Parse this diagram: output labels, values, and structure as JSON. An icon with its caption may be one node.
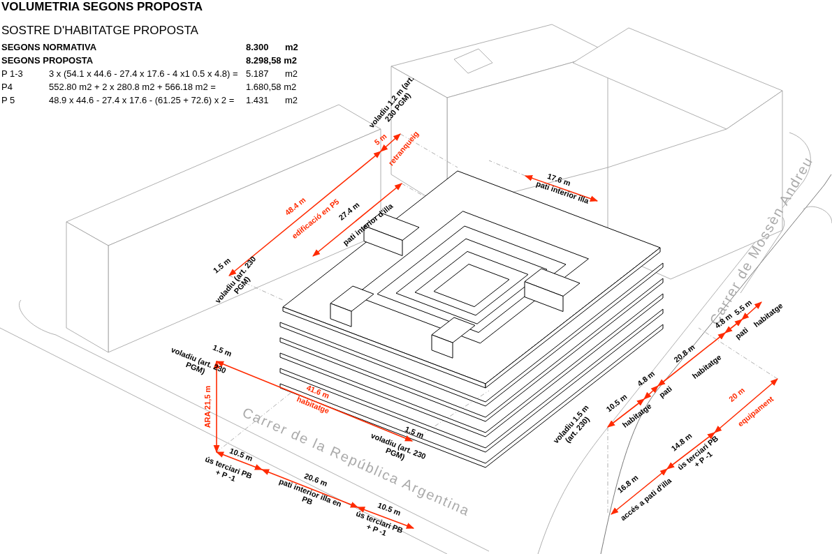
{
  "diagram": {
    "title": "VOLUMETRIA SEGONS PROPOSTA",
    "labels": [
      "SOSTRE D'HABITATGE PROPOSTA",
      "SEGONS NORMATIVA",
      "8.300",
      "m2",
      "SEGONS PROPOSTA",
      "8.298,58 m2",
      "P 1-3",
      "3 x (54.1 x 44.6 - 27.4 x 17.6 - 4 x1 0.5 x 4.8) =",
      "5.187",
      "m2",
      "P4",
      "552.80 m2 + 2 x 280.8 m2 + 566.18 m2 =",
      "1.680,58 m2",
      "P 5",
      "48.9 x 44.6 - 27.4 x 17.6 - (61.25 + 72.6) x 2 =",
      "1.431",
      "m2",
      "voladiu 1.2 m (art. 230 PGM)",
      "5 m",
      "retranqueig",
      "17.6 m",
      "pati interior illa",
      "48.4 m",
      "edificació en P5",
      "27.4 m",
      "pati interior d'illa",
      "1.5 m",
      "voladiu (art. 230 PGM)",
      "Carrer de Mossèn Andreu",
      "4.8 m",
      "5.5 m",
      "pati",
      "habitatge",
      "20.8 m",
      "habitatge",
      "1.5 m",
      "voladiu (art. 230 PGM)",
      "41.6 m",
      "habitatge",
      "ARA 21,5 m",
      "1.5 m",
      "voladiu (art. 230 PGM)",
      "4.8 m",
      "pati",
      "10.5 m",
      "habitatge",
      "voladiu 1.5 m (art. 230)",
      "20 m",
      "equipament",
      "10.5 m",
      "ús terciari PB + P -1",
      "20.6 m",
      "pati interior illa en PB",
      "10.5 m",
      "ús terciari PB + P -1",
      "Carrer de la República Argentina",
      "14.8 m",
      "ús terciari PB + P -1",
      "16.8 m",
      "accés a pati d'illa"
    ]
  }
}
